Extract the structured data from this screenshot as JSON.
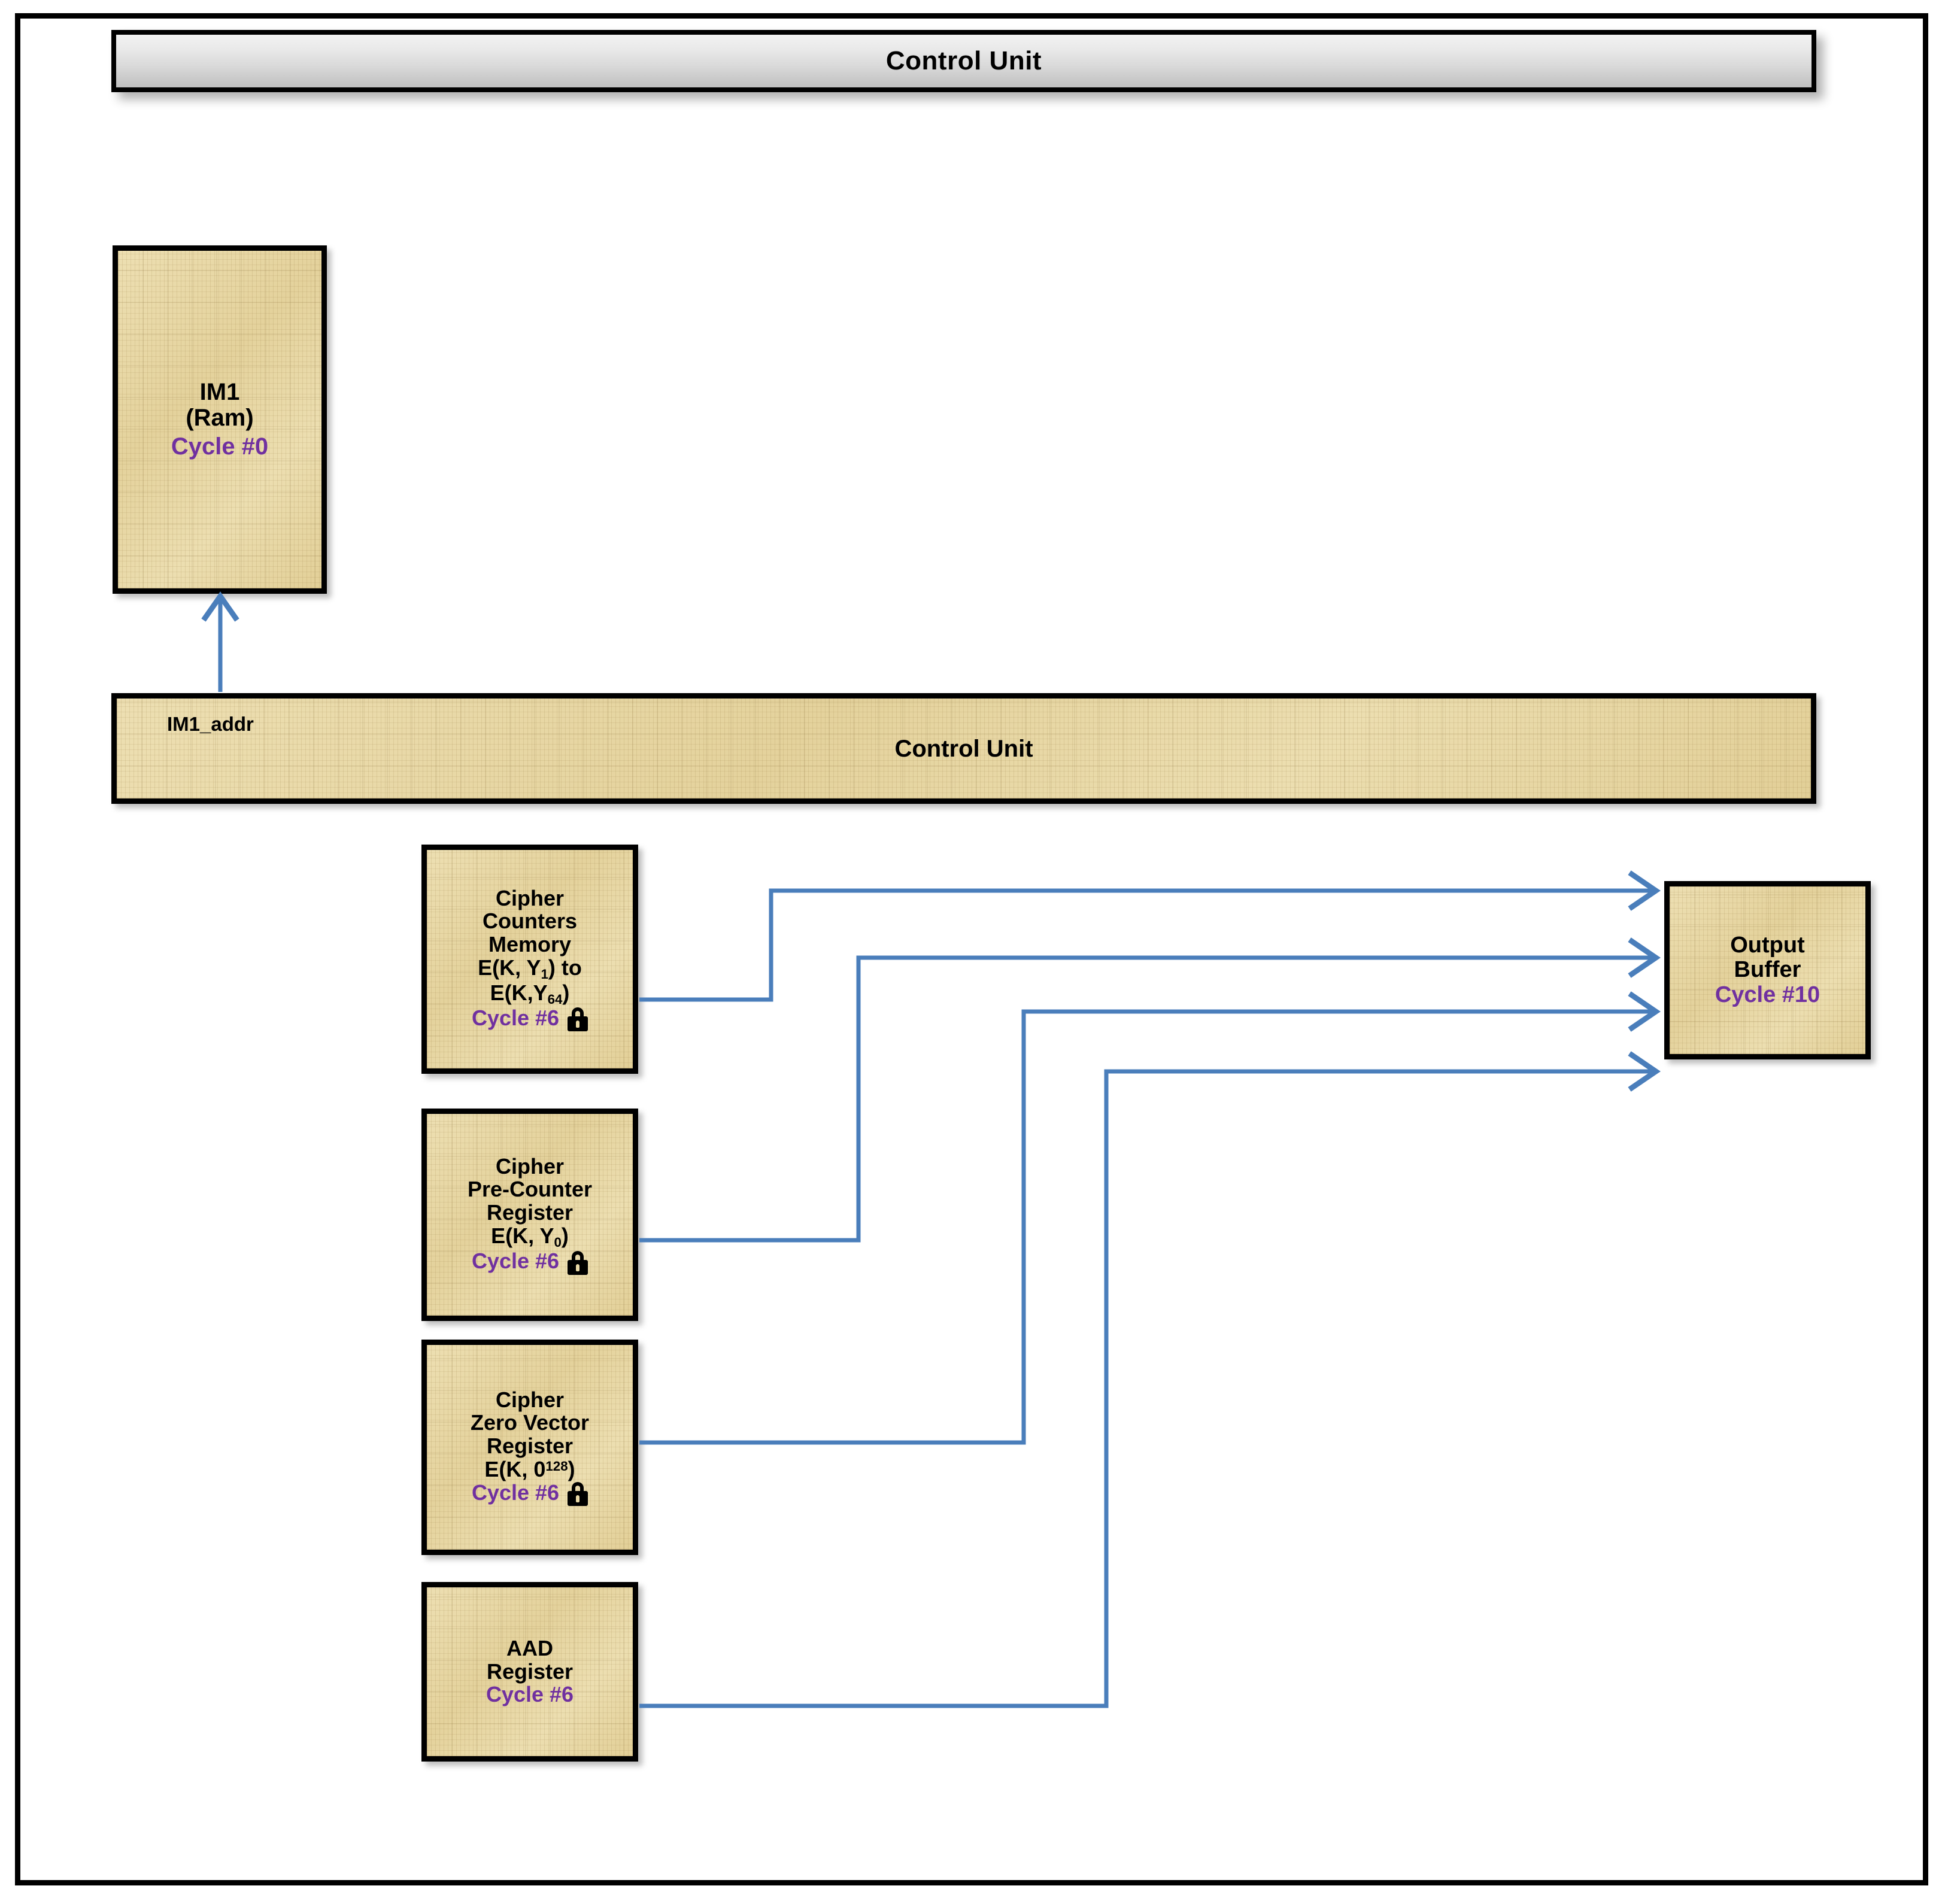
{
  "diagram": {
    "title": "Control Unit",
    "accent_connector_color": "#4a7ebb",
    "block_fill": "#e9d9a6",
    "cycle_text_color": "#7030A0",
    "border_color": "#000000"
  },
  "header": {
    "label": "Control Unit"
  },
  "im1": {
    "line1": "IM1",
    "line2": "(Ram)",
    "cycle": "Cycle #0"
  },
  "control_bar": {
    "signal_label": "IM1_addr",
    "title": "Control Unit"
  },
  "registers": [
    {
      "id": "cipher-counters-memory",
      "lines": [
        "Cipher",
        "Counters",
        "Memory"
      ],
      "expr_prefix": "E(K, Y",
      "expr_sub1": "1",
      "expr_mid": ") to",
      "expr2_prefix": "E(K,Y",
      "expr2_sub": "64",
      "expr2_suffix": ")",
      "cycle": "Cycle #6",
      "lock": "lock-icon"
    },
    {
      "id": "cipher-pre-counter-register",
      "lines": [
        "Cipher",
        "Pre-Counter",
        "Register"
      ],
      "expr_prefix": "E(K, Y",
      "expr_sub1": "0",
      "expr_suffix": ")",
      "cycle": "Cycle #6",
      "lock": "lock-icon"
    },
    {
      "id": "cipher-zero-vector-register",
      "lines": [
        "Cipher",
        "Zero Vector",
        "Register"
      ],
      "expr_prefix": "E(K, 0",
      "expr_sup": "128",
      "expr_suffix": ")",
      "cycle": "Cycle #6",
      "lock": "lock-icon"
    },
    {
      "id": "aad-register",
      "lines": [
        "AAD",
        "Register"
      ],
      "cycle": "Cycle #6",
      "lock": null
    }
  ],
  "output_buffer": {
    "line1": "Output",
    "line2": "Buffer",
    "cycle": "Cycle #10"
  },
  "connections": [
    {
      "from": "control-bar",
      "to": "im1",
      "direction": "up"
    },
    {
      "from": "cipher-counters-memory",
      "to": "output-buffer"
    },
    {
      "from": "cipher-pre-counter-register",
      "to": "output-buffer"
    },
    {
      "from": "cipher-zero-vector-register",
      "to": "output-buffer"
    },
    {
      "from": "aad-register",
      "to": "output-buffer"
    }
  ]
}
